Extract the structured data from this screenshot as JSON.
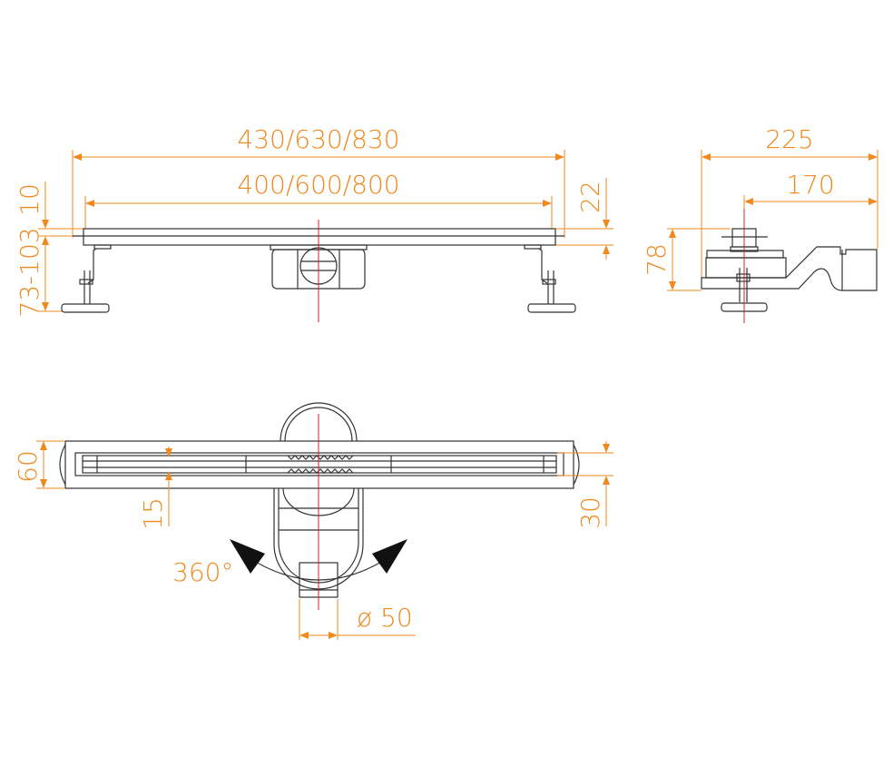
{
  "front_view": {
    "overall_length": "430/630/830",
    "grate_length": "400/600/800",
    "flange_height": "10",
    "adjustable_height": "73-103",
    "body_height": "22"
  },
  "side_view": {
    "overall_width": "225",
    "outlet_offset": "170",
    "height": "78"
  },
  "top_view": {
    "width": "60",
    "slot_width": "15",
    "channel_width": "30",
    "rotation": "360°",
    "outlet_diameter": "ø 50"
  },
  "colors": {
    "dimension": "#F08A1E",
    "centerline": "#D0202A",
    "part": "#333333"
  }
}
